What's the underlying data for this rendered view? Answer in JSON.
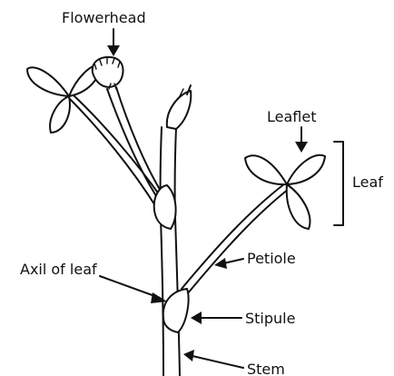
{
  "labels": {
    "flowerhead": "Flowerhead",
    "leaflet": "Leaflet",
    "leaf": "Leaf",
    "axil": "Axil of leaf",
    "petiole": "Petiole",
    "stipule": "Stipule",
    "stem": "Stem"
  },
  "colors": {
    "ink": "#111111",
    "background": "#ffffff"
  }
}
